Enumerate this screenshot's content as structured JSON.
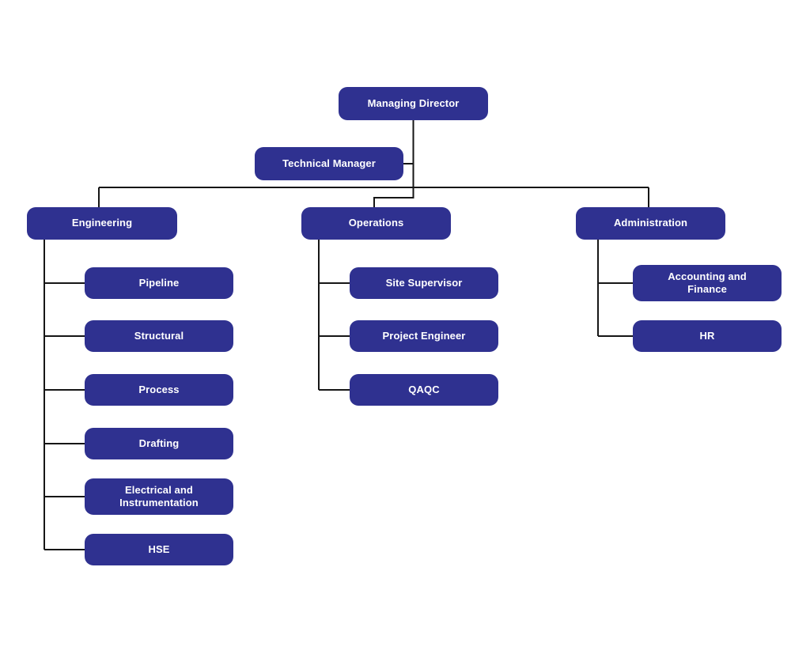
{
  "diagram": {
    "type": "org-chart",
    "colors": {
      "node_fill": "#2f3190",
      "node_text": "#ffffff",
      "connector": "#161616",
      "background": "#ffffff"
    },
    "hierarchy": {
      "root": "Managing Director",
      "assistant": "Technical Manager",
      "departments": [
        {
          "name": "Engineering",
          "teams": [
            "Pipeline",
            "Structural",
            "Process",
            "Drafting",
            "Electrical and Instrumentation",
            "HSE"
          ]
        },
        {
          "name": "Operations",
          "teams": [
            "Site Supervisor",
            "Project Engineer",
            "QAQC"
          ]
        },
        {
          "name": "Administration",
          "teams": [
            "Accounting and Finance",
            "HR"
          ]
        }
      ]
    }
  }
}
